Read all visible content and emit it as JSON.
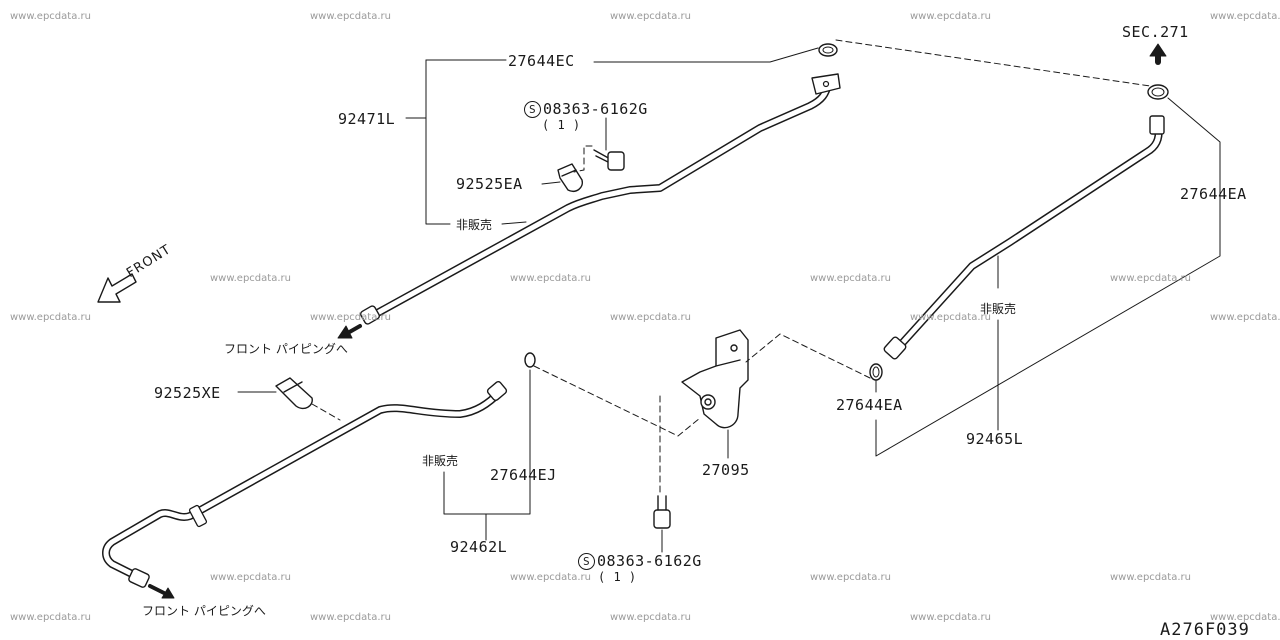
{
  "watermark": "www.epcdata.ru",
  "diagram_code": "A276F039",
  "labels": {
    "p27644EC": "27644EC",
    "p92471L": "92471L",
    "s_bolt_top_code": "08363-6162G",
    "s_bolt_top_qty": "( 1 )",
    "p92525EA": "92525EA",
    "not_for_sale_1": "非販売",
    "front_piping_1": "フロント パイピングへ",
    "p92525XE": "92525XE",
    "not_for_sale_2": "非販売",
    "p27644EJ": "27644EJ",
    "p92462L": "92462L",
    "p27095": "27095",
    "s_bolt_bottom_code": "08363-6162G",
    "s_bolt_bottom_qty": "( 1 )",
    "front_piping_2": "フロント パイピングへ",
    "sec271": "SEC.271",
    "p27644EA_top": "27644EA",
    "not_for_sale_3": "非販売",
    "p27644EA_mid": "27644EA",
    "p92465L": "92465L",
    "front": "FRONT",
    "s_symbol": "S"
  },
  "colors": {
    "line": "#1a1a1a",
    "watermark": "#9a9a9a",
    "background": "#ffffff"
  }
}
